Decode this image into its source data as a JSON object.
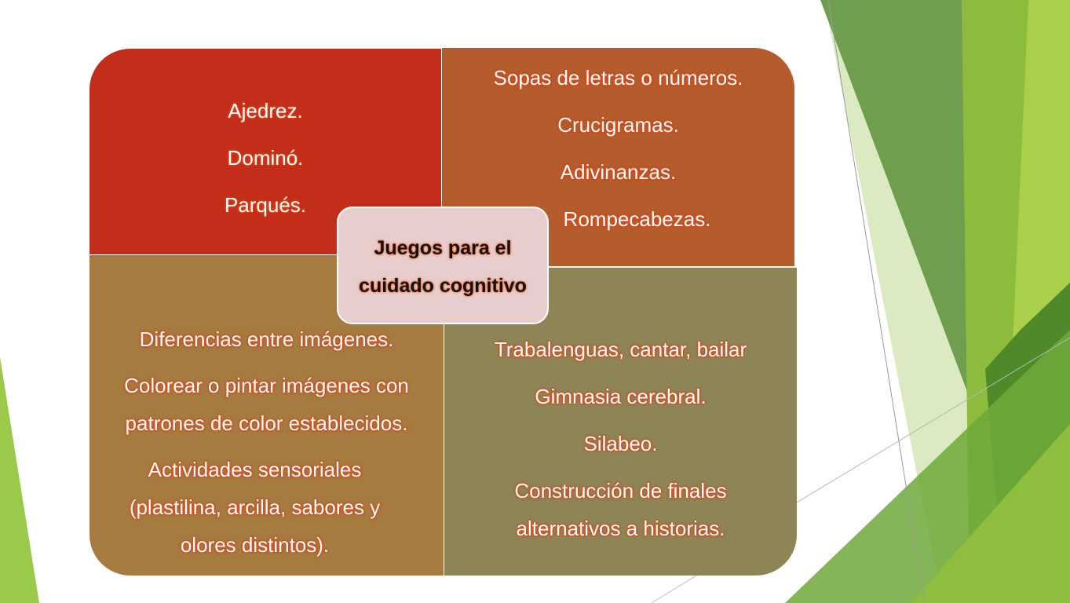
{
  "center_label": "Juegos para el cuidado cognitivo",
  "quadrants": {
    "top_left": {
      "color": "#c32e1a",
      "items": [
        "Ajedrez.",
        "Dominó.",
        "Parqués."
      ]
    },
    "top_right": {
      "color": "#b45c2c",
      "items": [
        "Sopas de letras o números.",
        "Crucigramas.",
        "Adivinanzas.",
        "Rompecabezas."
      ]
    },
    "bottom_left": {
      "color": "#a57b40",
      "items": [
        "Diferencias entre imágenes.",
        "Colorear o pintar imágenes con patrones de color establecidos.",
        "Actividades sensoriales (plastilina, arcilla, sabores y olores distintos)."
      ]
    },
    "bottom_right": {
      "color": "#8d8556",
      "items": [
        "Trabalenguas, cantar, bailar",
        "Gimnasia cerebral.",
        "Silabeo.",
        "Construcción de finales alternativos a historias."
      ]
    }
  },
  "colors": {
    "center_fill": "#e8cdcd",
    "text_glow": "#e0491a",
    "decor_greens": [
      "#6f9e4f",
      "#8dbb3c",
      "#a9cf4b",
      "#d9e9bc",
      "#4f8a2a"
    ]
  }
}
